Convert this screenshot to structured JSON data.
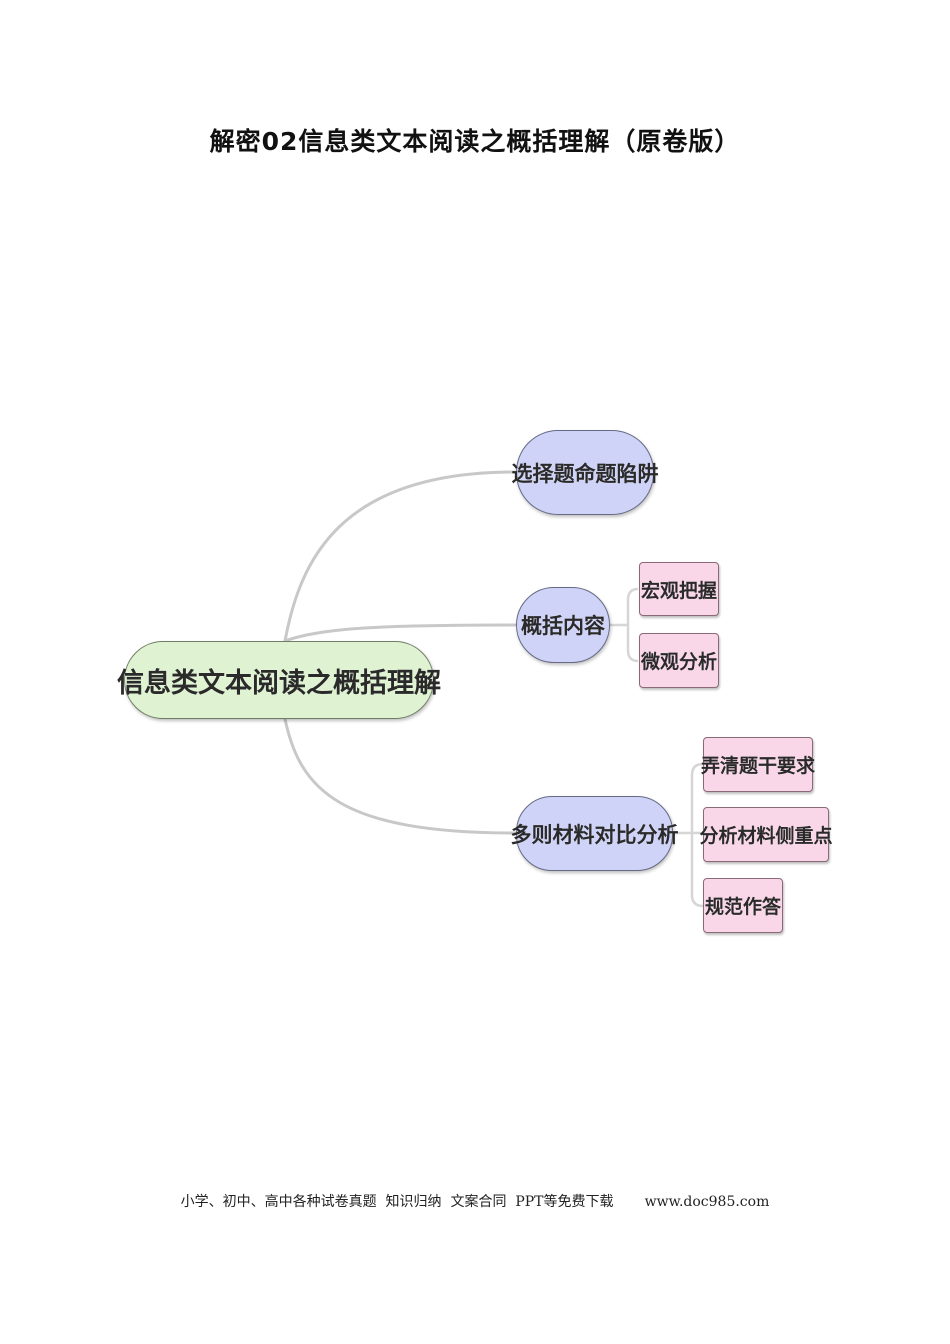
{
  "document": {
    "title": "解密02信息类文本阅读之概括理解（原卷版）",
    "footer": "小学、初中、高中各种试卷真题  知识归纳  文案合同  PPT等免费下载       www.doc985.com"
  },
  "mindmap": {
    "root": "信息类文本阅读之概括理解",
    "branches": [
      {
        "label": "选择题命题陷阱",
        "children": []
      },
      {
        "label": "概括内容",
        "children": [
          "宏观把握",
          "微观分析"
        ]
      },
      {
        "label": "多则材料对比分析",
        "children": [
          "弄清题干要求",
          "分析材料侧重点",
          "规范作答"
        ]
      }
    ],
    "colors": {
      "root_fill": "#dff3d2",
      "branch_fill": "#cfd3f7",
      "leaf_fill": "#fad7e8",
      "connector": "#c8c8c8"
    }
  }
}
